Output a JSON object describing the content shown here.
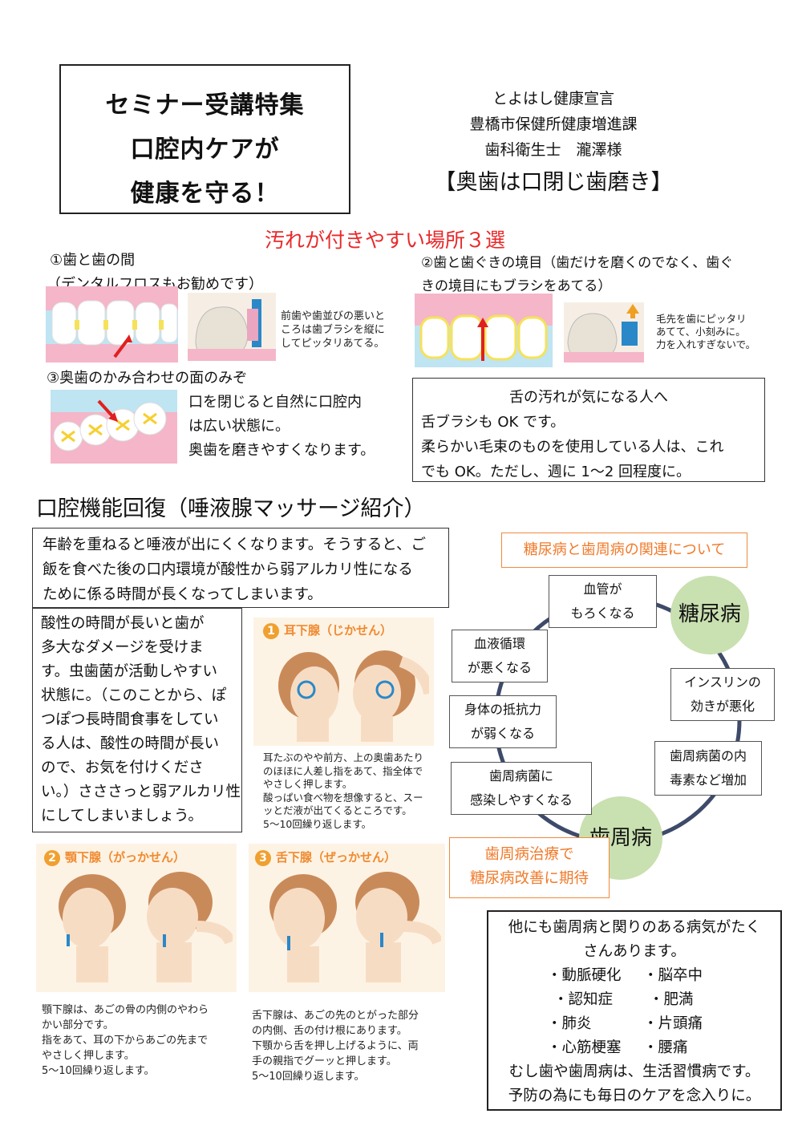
{
  "header": {
    "title_lines": [
      "セミナー受講特集",
      "口腔内ケアが",
      "健康を守る！"
    ],
    "credits": [
      "とよはし健康宣言",
      "豊橋市保健所健康増進課",
      "歯科衛生士　瀧澤様"
    ],
    "slogan": "【奥歯は口閉じ歯磨き】"
  },
  "dirty_spots": {
    "heading": "汚れが付きやすい場所３選",
    "item1_title": "①歯と歯の間",
    "item1_sub": "（デンタルフロスもお勧めです）",
    "item1_note": [
      "前歯や歯並びの悪いと",
      "ころは歯ブラシを縦に",
      "してピッタリあてる。"
    ],
    "item2_title": "②歯と歯ぐきの境目（歯だけを磨くのでなく、歯ぐ",
    "item2_title2": "きの境目にもブラシをあてる）",
    "item2_note": [
      "毛先を歯にピッタリ",
      "あてて、小刻みに。",
      "力を入れすぎないで。"
    ],
    "item3_title": "③奥歯のかみ合わせの面のみぞ",
    "item3_text": [
      "口を閉じると自然に口腔内",
      "は広い状態に。",
      "奥歯を磨きやすくなります。"
    ]
  },
  "tongue_box": {
    "lines": [
      "舌の汚れが気になる人へ",
      "舌ブラシも OK です。",
      "柔らかい毛束のものを使用している人は、これ",
      "でも OK。ただし、週に 1～2 回程度に。"
    ]
  },
  "massage": {
    "heading": "口腔機能回復（唾液腺マッサージ紹介）",
    "intro": [
      "年齢を重ねると唾液が出にくくなります。そうすると、ご",
      "飯を食べた後の口内環境が酸性から弱アルカリ性になる",
      "ために係る時間が長くなってしまいます。"
    ],
    "acid": [
      "酸性の時間が長いと歯が",
      "多大なダメージを受けま",
      "す。虫歯菌が活動しやすい",
      "状態に。（このことから、ぽ",
      "つぽつ長時間食事をしてい",
      "る人は、酸性の時間が長い",
      "ので、お気を付けくださ",
      "い。）さささっと弱アルカリ性",
      "にしてしまいましょう。"
    ],
    "gland1_num": "1",
    "gland1_title": "耳下腺（じかせん）",
    "gland1_text": [
      "耳たぶのやや前方、上の奥歯あたり",
      "のほほに人差し指をあて、指全体で",
      "やさしく押します。",
      "酸っぱい食べ物を想像すると、スー",
      "ッとだ液が出てくるところです。",
      "5～10回繰り返します。"
    ],
    "gland2_num": "2",
    "gland2_title": "顎下腺（がっかせん）",
    "gland2_text": [
      "顎下腺は、あごの骨の内側のやわら",
      "かい部分です。",
      "指をあて、耳の下からあごの先まで",
      "やさしく押します。",
      "5～10回繰り返します。"
    ],
    "gland3_num": "3",
    "gland3_title": "舌下腺（ぜっかせん）",
    "gland3_text": [
      "舌下腺は、あごの先のとがった部分",
      "の内側、舌の付け根にあります。",
      "下顎から舌を押し上げるように、両",
      "手の親指でグーッと押します。",
      "5～10回繰り返します。"
    ]
  },
  "diabetes": {
    "heading": "糖尿病と歯周病の関連について",
    "node_diabetes": "糖尿病",
    "node_perio": "歯周病",
    "labels": [
      [
        "血管が",
        "もろくなる"
      ],
      [
        "血液循環",
        "が悪くなる"
      ],
      [
        "身体の抵抗力",
        "が弱くなる"
      ],
      [
        "歯周病菌に",
        "感染しやすくなる"
      ],
      [
        "インスリンの",
        "効きが悪化"
      ],
      [
        "歯周病菌の内",
        "毒素など増加"
      ]
    ],
    "expect": [
      "歯周病治療で",
      "糖尿病改善に期待"
    ]
  },
  "diseases": {
    "intro": [
      "他にも歯周病と関りのある病気がたく",
      "さんあります。"
    ],
    "list": [
      [
        "・動脈硬化",
        "・脳卒中"
      ],
      [
        "・認知症",
        "・肥満"
      ],
      [
        "・肺炎",
        "・片頭痛"
      ],
      [
        "・心筋梗塞",
        "・腰痛"
      ]
    ],
    "outro": [
      "むし歯や歯周病は、生活習慣病です。",
      "予防の為にも毎日のケアを念入りに。"
    ]
  },
  "colors": {
    "accent_red": "#e8292a",
    "accent_orange": "#f07a2a",
    "green": "#c9e0b0",
    "ring": "#3e4a6a"
  }
}
